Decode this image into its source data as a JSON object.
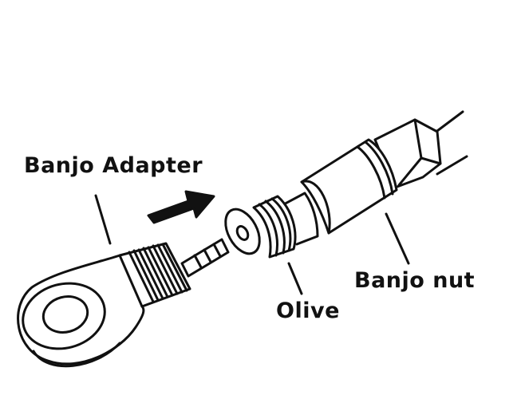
{
  "labels": {
    "banjo_adapter": "Banjo Adapter",
    "olive": "Olive",
    "banjo_nut": "Banjo nut"
  },
  "colors": {
    "ink": "#111111",
    "background": "#ffffff"
  },
  "icons": {
    "assembly_direction": "arrow-right-icon"
  }
}
